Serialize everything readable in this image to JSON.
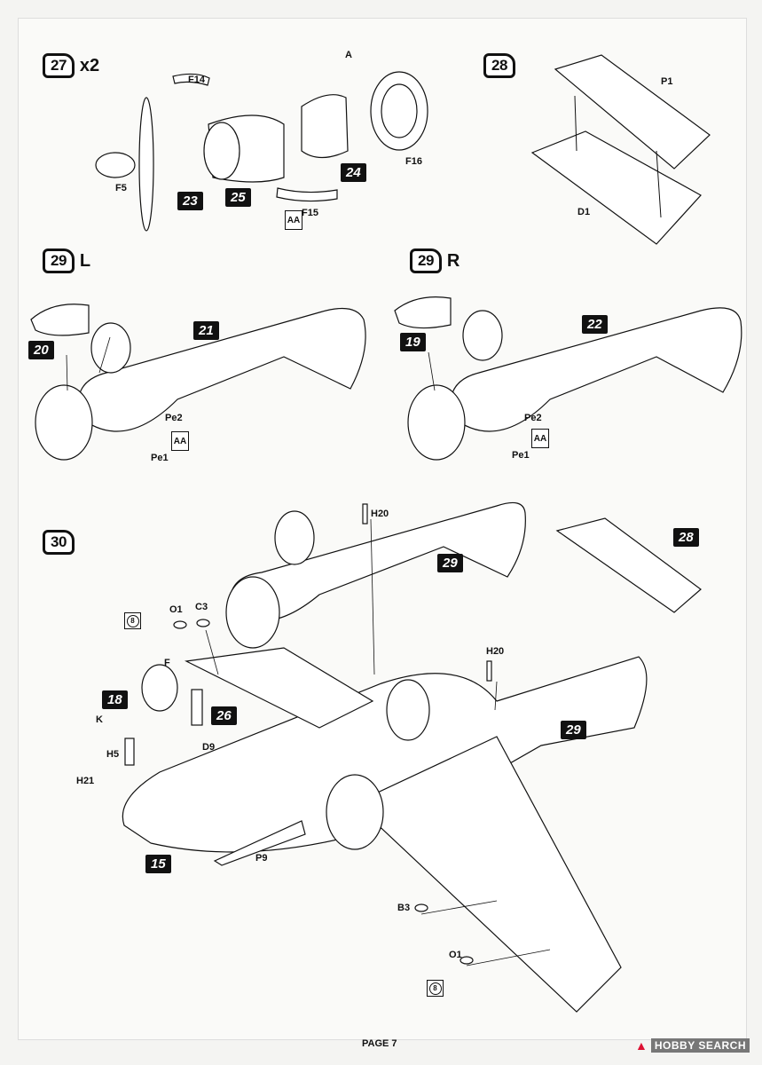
{
  "steps": {
    "s27": {
      "number": "27",
      "suffix": "x2"
    },
    "s28": {
      "number": "28"
    },
    "s29l": {
      "number": "29",
      "suffix": "L"
    },
    "s29r": {
      "number": "29",
      "suffix": "R"
    },
    "s30": {
      "number": "30"
    }
  },
  "subassemblies": [
    "23",
    "25",
    "24",
    "21",
    "20",
    "22",
    "19",
    "28",
    "29",
    "18",
    "26",
    "29",
    "15"
  ],
  "parts": {
    "F14": "F14",
    "A": "A",
    "F16": "F16",
    "F5": "F5",
    "F15": "F15",
    "P1": "P1",
    "D1": "D1",
    "Pe1": "Pe1",
    "Pe2": "Pe2",
    "H20": "H20",
    "O1": "O1",
    "C3": "C3",
    "F": "F",
    "K": "K",
    "H5": "H5",
    "D9": "D9",
    "H21": "H21",
    "P9": "P9",
    "B3": "B3"
  },
  "markers": {
    "sprue": "8",
    "etch": "AA"
  },
  "footer": {
    "page": "PAGE 7",
    "watermark": "HOBBY SEARCH"
  }
}
